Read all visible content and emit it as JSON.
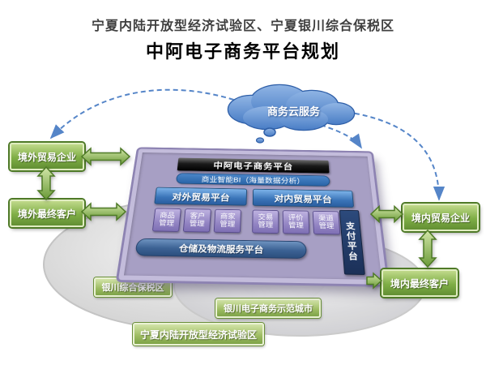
{
  "title": {
    "line1": "宁夏内陆开放型经济试验区、宁夏银川综合保税区",
    "line2": "中阿电子商务平台规划"
  },
  "cloud": {
    "label": "商务云服务"
  },
  "entities": {
    "overseas_trade": "境外贸易企业",
    "overseas_customer": "境外最终客户",
    "domestic_trade": "境内贸易企业",
    "domestic_customer": "境内最终客户"
  },
  "platform": {
    "title": "中阿电子商务平台",
    "bi_bar": "商业智能BI（海量数据分析）",
    "foreign_platform": "对外贸易平台",
    "domestic_platform": "对内贸易平台",
    "modules": [
      "商品管理",
      "客户管理",
      "商家管理",
      "交易管理",
      "评价管理",
      "渠道管理"
    ],
    "logistics": "仓储及物流服务平台",
    "payment": "支付平台"
  },
  "zones": {
    "bonded": "银川综合保税区",
    "demo_city": "银川电子商务示范城市",
    "experiment": "宁夏内陆开放型经济试验区"
  },
  "colors": {
    "box_green": "#7fae46",
    "arrow_green": "#6a9a38",
    "panel_purple": "#a79fc4",
    "module_purple": "#9486c4",
    "platform_blue": "#3a74b8",
    "cloud_blue": "#4a7ec6",
    "dashed_blue": "#5585c8",
    "header_black": "#000000"
  }
}
